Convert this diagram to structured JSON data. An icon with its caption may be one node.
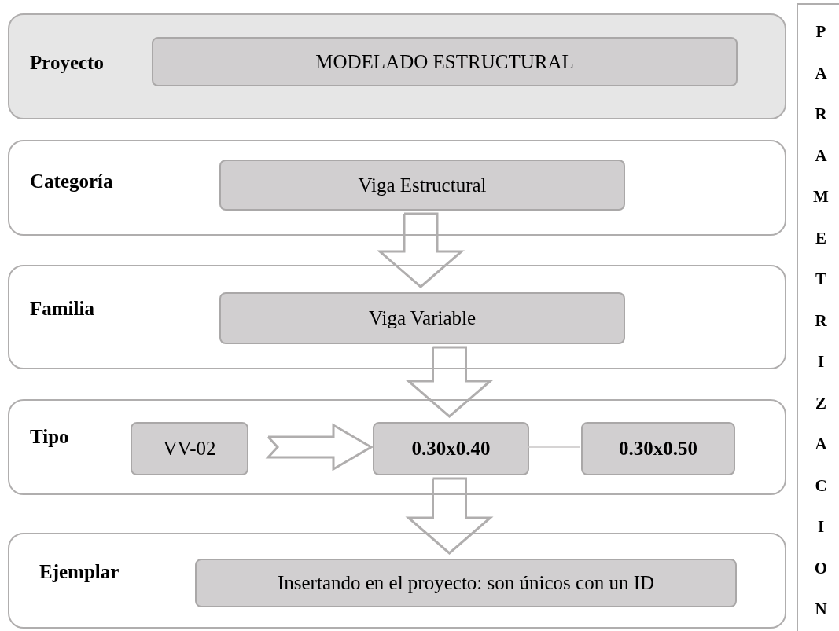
{
  "diagram": {
    "nodes": [
      {
        "text": [
          "Proyecto"
        ]
      },
      {
        "text": [
          "MODELADO ESTRUCTURAL"
        ],
        "in": 0
      },
      {
        "text": [
          "Categoría"
        ]
      },
      {
        "text": [
          "Viga Estructural"
        ],
        "in": 2
      },
      {
        "text": [
          "Familia"
        ]
      },
      {
        "text": [
          "Viga Variable"
        ],
        "in": 4
      },
      {
        "text": [
          "Tipo"
        ]
      },
      {
        "text": [
          "VV-02"
        ],
        "in": 6
      },
      {
        "text": [
          "0.30x0.40"
        ],
        "in": 6
      },
      {
        "text": [
          "0.30x0.50"
        ],
        "in": 6
      },
      {
        "text": [
          "Ejemplar"
        ]
      },
      {
        "text": [
          "Insertando en el proyecto: son únicos con un ID"
        ],
        "in": 10
      },
      {
        "text": [
          "PARAMETRIZACION"
        ]
      }
    ],
    "edges": [
      {
        "from": 3,
        "to": 5,
        "arrow": "to"
      },
      {
        "from": 5,
        "to": 8,
        "arrow": "to"
      },
      {
        "from": 7,
        "to": 8,
        "arrow": "to"
      },
      {
        "from": 8,
        "to": 9,
        "arrow": "none"
      },
      {
        "from": 8,
        "to": 11,
        "arrow": "to"
      }
    ]
  }
}
